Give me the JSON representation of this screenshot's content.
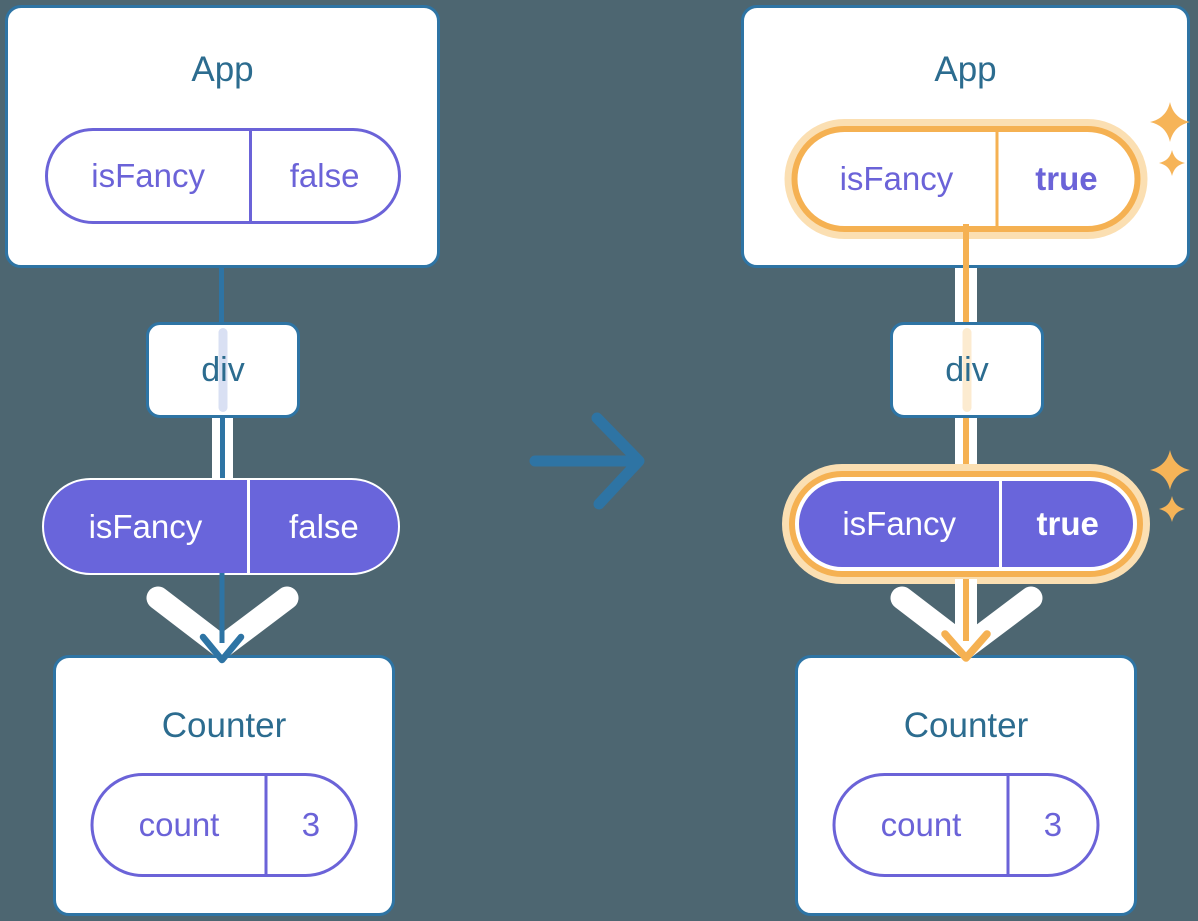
{
  "colors": {
    "background": "#4D6671",
    "line_blue": "#2E74A4",
    "title_text": "#2C6C8F",
    "purple": "#6B63D8",
    "purple_fill": "#6965DB",
    "highlight_orange": "#F5B152",
    "highlight_cream": "#FBDFB2",
    "sparkle_orange": "#F6B458",
    "card_white": "#FFFFFF"
  },
  "icons": {
    "transition_arrow": "right-arrow",
    "sparkle": "four-point-star",
    "down_chevron": "down-chevron"
  },
  "before": {
    "app": {
      "title": "App",
      "prop_name": "isFancy",
      "prop_value": "false"
    },
    "container": {
      "label": "div"
    },
    "passed_prop": {
      "name": "isFancy",
      "value": "false"
    },
    "counter": {
      "title": "Counter",
      "state_name": "count",
      "state_value": "3"
    }
  },
  "after": {
    "app": {
      "title": "App",
      "prop_name": "isFancy",
      "prop_value": "true"
    },
    "container": {
      "label": "div"
    },
    "passed_prop": {
      "name": "isFancy",
      "value": "true"
    },
    "counter": {
      "title": "Counter",
      "state_name": "count",
      "state_value": "3"
    }
  }
}
